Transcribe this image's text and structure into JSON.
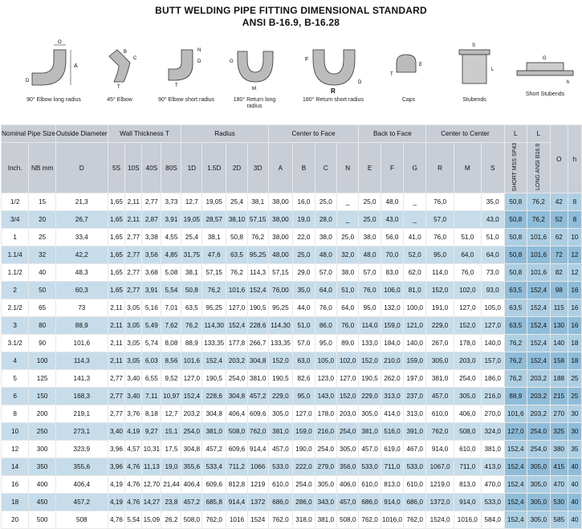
{
  "title": "BUTT WELDING PIPE FITTING DIMENSIONAL STANDARD",
  "subtitle": "ANSI B-16.9, B-16.28",
  "figures": [
    {
      "caption": "90° Elbow long radius"
    },
    {
      "caption": "45° Elbow"
    },
    {
      "caption": "90° Elbow short radius"
    },
    {
      "caption": "180° Return long radius"
    },
    {
      "caption": "180° Return short radius"
    },
    {
      "caption": "Caps"
    },
    {
      "caption": "Stubends"
    },
    {
      "caption": "Short Stubends"
    }
  ],
  "header": {
    "nominal": "Nominal Pipe Size",
    "outside": "Outside Diameter",
    "wall": "Wall Thickness T",
    "radius": "Radius",
    "center_face": "Center to Face",
    "back_face": "Back to Face",
    "center_center": "Center to Center",
    "L1": "L",
    "L2": "L",
    "short": "SHORT MSS SP43",
    "long": "LONG ANSI B16.9",
    "sub": [
      "Inch.",
      "NB mm",
      "D",
      "5S",
      "10S",
      "40S",
      "80S",
      "1D",
      "1.5D",
      "2D",
      "3D",
      "A",
      "B",
      "C",
      "N",
      "E",
      "F",
      "G",
      "R",
      "M",
      "S",
      "O",
      "h"
    ]
  },
  "rows": [
    [
      "1/2",
      "15",
      "21,3",
      "1,65",
      "2,11",
      "2,77",
      "3,73",
      "12,7",
      "19,05",
      "25,4",
      "38,1",
      "38,00",
      "16,0",
      "25,0",
      "_",
      "25,0",
      "48,0",
      "_",
      "76,0",
      "",
      "35,0",
      "50,8",
      "76,2",
      "42",
      "8"
    ],
    [
      "3/4",
      "20",
      "26,7",
      "1,65",
      "2,11",
      "2,87",
      "3,91",
      "19,05",
      "28,57",
      "38,10",
      "57,15",
      "38,00",
      "19,0",
      "28,0",
      "_",
      "25,0",
      "43,0",
      "_",
      "57,0",
      "",
      "43,0",
      "50,8",
      "76,2",
      "52",
      "8"
    ],
    [
      "1",
      "25",
      "33,4",
      "1,65",
      "2,77",
      "3,38",
      "4,55",
      "25,4",
      "38,1",
      "50,8",
      "76,2",
      "38,00",
      "22,0",
      "38,0",
      "25,0",
      "38,0",
      "56,0",
      "41,0",
      "76,0",
      "51,0",
      "51,0",
      "50,8",
      "101,6",
      "62",
      "10"
    ],
    [
      "1.1/4",
      "32",
      "42,2",
      "1,65",
      "2,77",
      "3,56",
      "4,85",
      "31,75",
      "47,6",
      "63,5",
      "95,25",
      "48,00",
      "25,0",
      "48,0",
      "32,0",
      "48,0",
      "70,0",
      "52,0",
      "95,0",
      "64,0",
      "64,0",
      "50,8",
      "101,6",
      "72",
      "12"
    ],
    [
      "1.1/2",
      "40",
      "48,3",
      "1,65",
      "2,77",
      "3,68",
      "5,08",
      "38,1",
      "57,15",
      "76,2",
      "114,3",
      "57,15",
      "29,0",
      "57,0",
      "38,0",
      "57,0",
      "83,0",
      "62,0",
      "114,0",
      "76,0",
      "73,0",
      "50,8",
      "101,6",
      "82",
      "12"
    ],
    [
      "2",
      "50",
      "60,3",
      "1,65",
      "2,77",
      "3,91",
      "5,54",
      "50,8",
      "76,2",
      "101,6",
      "152,4",
      "76,00",
      "35,0",
      "64,0",
      "51,0",
      "76,0",
      "106,0",
      "81,0",
      "152,0",
      "102,0",
      "93,0",
      "63,5",
      "152,4",
      "98",
      "16"
    ],
    [
      "2.1/2",
      "65",
      "73",
      "2,11",
      "3,05",
      "5,16",
      "7,01",
      "63,5",
      "95,25",
      "127,0",
      "190,5",
      "95,25",
      "44,0",
      "76,0",
      "64,0",
      "95,0",
      "132,0",
      "100,0",
      "191,0",
      "127,0",
      "105,0",
      "63,5",
      "152,4",
      "115",
      "16"
    ],
    [
      "3",
      "80",
      "88,9",
      "2,11",
      "3,05",
      "5,49",
      "7,62",
      "76,2",
      "114,30",
      "152,4",
      "228,6",
      "114,30",
      "51,0",
      "86,0",
      "76,0",
      "114,0",
      "159,0",
      "121,0",
      "229,0",
      "152,0",
      "127,0",
      "63,5",
      "152,4",
      "130",
      "16"
    ],
    [
      "3.1/2",
      "90",
      "101,6",
      "2,11",
      "3,05",
      "5,74",
      "8,08",
      "88,9",
      "133,35",
      "177,8",
      "266,7",
      "133,35",
      "57,0",
      "95,0",
      "89,0",
      "133,0",
      "184,0",
      "140,0",
      "267,0",
      "178,0",
      "140,0",
      "76,2",
      "152,4",
      "140",
      "18"
    ],
    [
      "4",
      "100",
      "114,3",
      "2,11",
      "3,05",
      "6,03",
      "8,56",
      "101,6",
      "152,4",
      "203,2",
      "304,8",
      "152,0",
      "63,0",
      "105,0",
      "102,0",
      "152,0",
      "210,0",
      "159,0",
      "305,0",
      "203,0",
      "157,0",
      "76,2",
      "152,4",
      "158",
      "18"
    ],
    [
      "5",
      "125",
      "141,3",
      "2,77",
      "3,40",
      "6,55",
      "9,52",
      "127,0",
      "190,5",
      "254,0",
      "381,0",
      "190,5",
      "82,6",
      "123,0",
      "127,0",
      "190,5",
      "262,0",
      "197,0",
      "381,0",
      "254,0",
      "186,0",
      "76,2",
      "203,2",
      "188",
      "25"
    ],
    [
      "6",
      "150",
      "168,3",
      "2,77",
      "3,40",
      "7,11",
      "10,97",
      "152,4",
      "228,6",
      "304,8",
      "457,2",
      "229,0",
      "95,0",
      "143,0",
      "152,0",
      "229,0",
      "313,0",
      "237,0",
      "457,0",
      "305,0",
      "216,0",
      "88,9",
      "203,2",
      "215",
      "25"
    ],
    [
      "8",
      "200",
      "219,1",
      "2,77",
      "3,76",
      "8,18",
      "12,7",
      "203,2",
      "304,8",
      "406,4",
      "609,6",
      "305,0",
      "127,0",
      "178,0",
      "203,0",
      "305,0",
      "414,0",
      "313,0",
      "610,0",
      "406,0",
      "270,0",
      "101,6",
      "203,2",
      "270",
      "30"
    ],
    [
      "10",
      "250",
      "273,1",
      "3,40",
      "4,19",
      "9,27",
      "15,1",
      "254,0",
      "381,0",
      "508,0",
      "762,0",
      "381,0",
      "159,0",
      "216,0",
      "254,0",
      "381,0",
      "516,0",
      "391,0",
      "762,0",
      "508,0",
      "324,0",
      "127,0",
      "254,0",
      "325",
      "30"
    ],
    [
      "12",
      "300",
      "323,9",
      "3,96",
      "4,57",
      "10,31",
      "17,5",
      "304,8",
      "457,2",
      "609,6",
      "914,4",
      "457,0",
      "190,0",
      "254,0",
      "305,0",
      "457,0",
      "619,0",
      "467,0",
      "914,0",
      "610,0",
      "381,0",
      "152,4",
      "254,0",
      "380",
      "35"
    ],
    [
      "14",
      "350",
      "355,6",
      "3,96",
      "4,76",
      "11,13",
      "19,0",
      "355,6",
      "533,4",
      "711,2",
      "1066",
      "533,0",
      "222,0",
      "279,0",
      "356,0",
      "533,0",
      "711,0",
      "533,0",
      "1067,0",
      "711,0",
      "413,0",
      "152,4",
      "305,0",
      "415",
      "40"
    ],
    [
      "16",
      "400",
      "406,4",
      "4,19",
      "4,76",
      "12,70",
      "21,44",
      "406,4",
      "609,6",
      "812,8",
      "1219",
      "610,0",
      "254,0",
      "305,0",
      "406,0",
      "610,0",
      "813,0",
      "610,0",
      "1219,0",
      "813,0",
      "470,0",
      "152,4",
      "305,0",
      "470",
      "40"
    ],
    [
      "18",
      "450",
      "457,2",
      "4,19",
      "4,76",
      "14,27",
      "23,8",
      "457,2",
      "685,8",
      "914,4",
      "1372",
      "686,0",
      "286,0",
      "343,0",
      "457,0",
      "686,0",
      "914,0",
      "686,0",
      "1372,0",
      "914,0",
      "533,0",
      "152,4",
      "305,0",
      "530",
      "40"
    ],
    [
      "20",
      "500",
      "508",
      "4,76",
      "5,54",
      "15,09",
      "26,2",
      "508,0",
      "762,0",
      "1016",
      "1524",
      "762,0",
      "318,0",
      "381,0",
      "508,0",
      "762,0",
      "1016,0",
      "762,0",
      "1524,0",
      "1016,0",
      "584,0",
      "152,4",
      "305,0",
      "585",
      "40"
    ]
  ]
}
